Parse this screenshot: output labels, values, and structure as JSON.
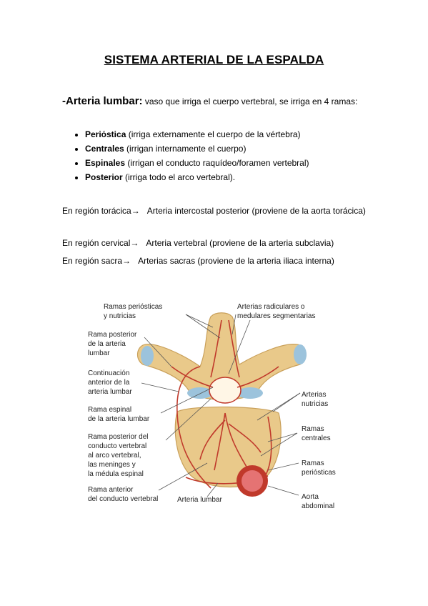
{
  "title": "SISTEMA ARTERIAL DE LA ESPALDA",
  "intro": {
    "term": "-Arteria lumbar:",
    "text": " vaso que irriga el cuerpo vertebral, se irriga en 4 ramas:"
  },
  "branches": [
    {
      "name": "Periόstica",
      "desc": " (irriga externamente el cuerpo de la vértebra)"
    },
    {
      "name": "Centrales",
      "desc": " (irrigan internamente el cuerpo)"
    },
    {
      "name": "Espinales",
      "desc": " (irrigan el conducto raquídeo/foramen vertebral)"
    },
    {
      "name": "Posterior",
      "desc": " (irriga todo el arco vertebral)."
    }
  ],
  "regions": [
    {
      "region": "En región torácica",
      "arrow": "→",
      "text": "Arteria intercostal posterior (proviene de la aorta torácica)"
    },
    {
      "region": "En región cervical",
      "arrow": "→",
      "text": "Arteria vertebral (proviene de la arteria subclavia)"
    },
    {
      "region": "En región sacra",
      "arrow": "→",
      "text": "Arterias sacras (proviene de la arteria iliaca interna)"
    }
  ],
  "figure": {
    "labels": {
      "ramas_periosticas_top_1": "Ramas periósticas",
      "ramas_periosticas_top_2": "y nutricias",
      "radiculares_1": "Arterias radiculares o",
      "radiculares_2": "medulares segmentarias",
      "rama_posterior_1": "Rama posterior",
      "rama_posterior_2": "de la arteria",
      "rama_posterior_3": "lumbar",
      "continuacion_1": "Continuación",
      "continuacion_2": "anterior de la",
      "continuacion_3": "arteria lumbar",
      "rama_espinal_1": "Rama espinal",
      "rama_espinal_2": "de la arteria lumbar",
      "conducto_1": "Rama posterior del",
      "conducto_2": "conducto vertebral",
      "conducto_3": "al arco vertebral,",
      "conducto_4": "las meninges y",
      "conducto_5": "la médula espinal",
      "anterior_1": "Rama anterior",
      "anterior_2": "del conducto vertebral",
      "arteria_lumbar": "Arteria lumbar",
      "nutricias_1": "Arterias",
      "nutricias_2": "nutricias",
      "centrales_1": "Ramas",
      "centrales_2": "centrales",
      "periosticas_1": "Ramas",
      "periosticas_2": "periósticas",
      "aorta_1": "Aorta",
      "aorta_2": "abdominal"
    },
    "colors": {
      "bone": "#e9c98a",
      "bone_dark": "#c9a05a",
      "artery": "#c0392b",
      "cartilage": "#9cc3dc",
      "leader": "#555555"
    }
  }
}
